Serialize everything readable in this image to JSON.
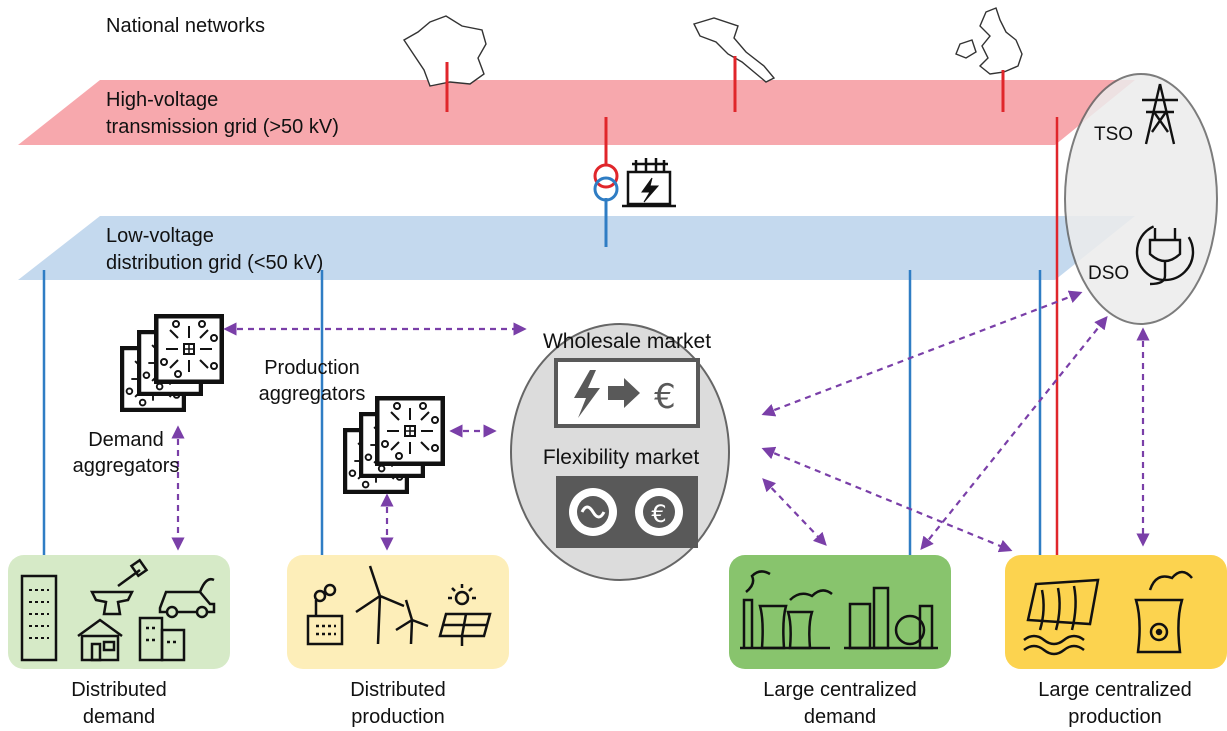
{
  "header": {
    "title": "National networks"
  },
  "grids": {
    "hv": {
      "line1": "High-voltage",
      "line2": "transmission grid (>50 kV)"
    },
    "lv": {
      "line1": "Low-voltage",
      "line2": "distribution grid (<50 kV)"
    }
  },
  "operators": {
    "tso": "TSO",
    "dso": "DSO"
  },
  "markets": {
    "wholesale": "Wholesale market",
    "flexibility": "Flexibility market"
  },
  "aggregators": {
    "demand_line1": "Demand",
    "demand_line2": "aggregators",
    "production_line1": "Production",
    "production_line2": "aggregators"
  },
  "nodes": {
    "distributed_demand": {
      "line1": "Distributed",
      "line2": "demand"
    },
    "distributed_production": {
      "line1": "Distributed",
      "line2": "production"
    },
    "large_demand": {
      "line1": "Large centralized",
      "line2": "demand"
    },
    "large_production": {
      "line1": "Large centralized",
      "line2": "production"
    }
  },
  "icons": [
    "france-map-icon",
    "italy-map-icon",
    "uk-map-icon",
    "transformer-icon",
    "substation-icon",
    "pylon-icon",
    "plug-icon",
    "aggregator-icon",
    "lightning-icon",
    "arrow-right-icon",
    "euro-icon",
    "gears-icon",
    "building-icon",
    "anvil-icon",
    "electric-car-icon",
    "house-icon",
    "factory-icon",
    "wind-turbine-icon",
    "solar-panel-icon",
    "power-plant-icon",
    "refinery-icon",
    "dam-icon",
    "nuclear-plant-icon"
  ],
  "colors": {
    "hv_grid": "#f7a8ad",
    "lv_grid": "#c4d9ee",
    "hv_line": "#e0262b",
    "lv_line": "#2f7dc4",
    "market_link": "#7a3fa8",
    "operator_fill": "#ececec",
    "market_fill": "#dcdcdc",
    "demand_green": "#d6eac7",
    "production_yellow": "#fdeeb9",
    "large_demand_green": "#88c46d",
    "large_production_yellow": "#fcd34f"
  }
}
